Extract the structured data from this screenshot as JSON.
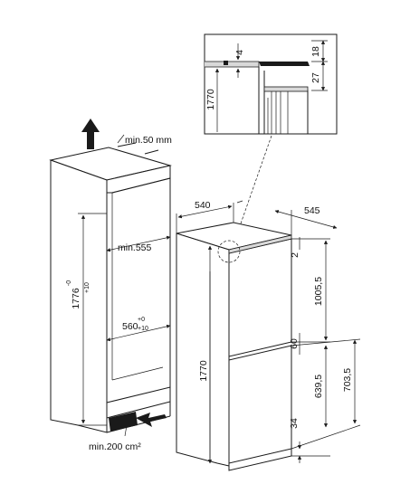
{
  "detail": {
    "dim_4": "4",
    "dim_18": "18",
    "dim_27": "27",
    "dim_1770": "1770"
  },
  "cabinet": {
    "min_50": "min.50 mm",
    "dim_1776": "1776",
    "dim_1776_tol_top": "-0",
    "dim_1776_tol_bot": "+10",
    "min_555": "min.555",
    "dim_560": "560",
    "dim_560_tol_top": "+0",
    "dim_560_tol_bot": "+10",
    "min_200": "min.200 cm²"
  },
  "fridge": {
    "dim_540": "540",
    "dim_545": "545",
    "dim_2": "2",
    "dim_1005_5": "1005,5",
    "dim_60": "60",
    "dim_1770": "1770",
    "dim_639_5": "639,5",
    "dim_703_5": "703,5",
    "dim_34": "34"
  }
}
